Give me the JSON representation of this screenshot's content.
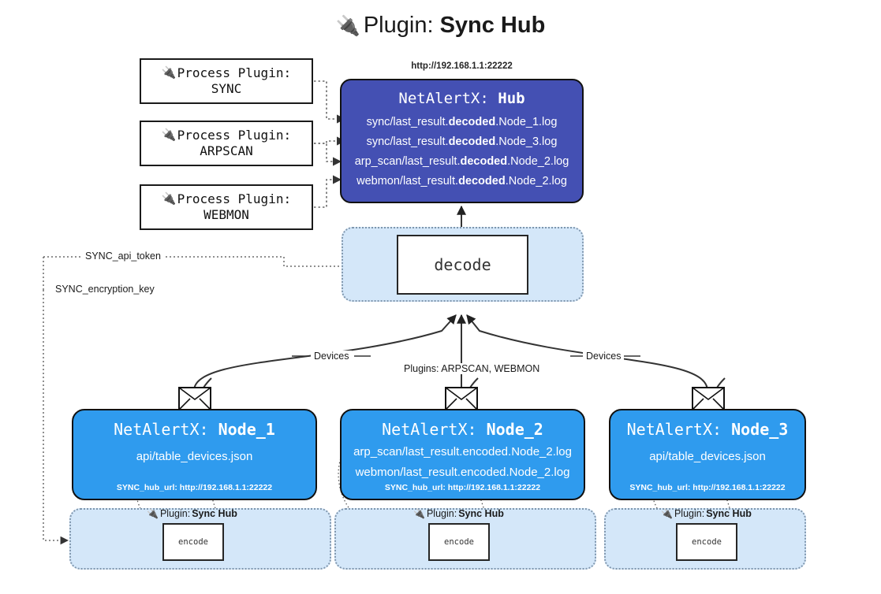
{
  "title": {
    "icon": "plug-icon",
    "lead": "Plugin:",
    "strong": "Sync Hub"
  },
  "process_plugins": [
    {
      "label": "Process Plugin:",
      "name": "SYNC",
      "icon": "plug-icon"
    },
    {
      "label": "Process Plugin:",
      "name": "ARPSCAN",
      "icon": "plug-icon"
    },
    {
      "label": "Process Plugin:",
      "name": "WEBMON",
      "icon": "plug-icon"
    }
  ],
  "hub": {
    "url": "http://192.168.1.1:22222",
    "title_prefix": "NetAlertX: ",
    "title_name": "Hub",
    "logs": [
      {
        "pre": "sync/last_result.",
        "mid": "decoded",
        "post": ".Node_1.log"
      },
      {
        "pre": "sync/last_result.",
        "mid": "decoded",
        "post": ".Node_3.log"
      },
      {
        "pre": "arp_scan/last_result.",
        "mid": "decoded",
        "post": ".Node_2.log"
      },
      {
        "pre": "webmon/last_result.",
        "mid": "decoded",
        "post": ".Node_2.log"
      }
    ]
  },
  "decode": {
    "label": "decode"
  },
  "secrets": [
    {
      "label": "SYNC_api_token"
    },
    {
      "label": "SYNC_encryption_key"
    }
  ],
  "edge_labels": {
    "devices_left": "Devices",
    "devices_right": "Devices",
    "plugins_mid": "Plugins: ARPSCAN, WEBMON"
  },
  "nodes": [
    {
      "title_prefix": "NetAlertX: ",
      "title_name": "Node_1",
      "lines": [
        "api/table_devices.json"
      ],
      "foot": "SYNC_hub_url: http://192.168.1.1:22222",
      "icon": "envelope-icon",
      "plugin_tag": {
        "icon": "plug-icon",
        "lead": "Plugin:",
        "strong": "Sync Hub"
      },
      "encode": "encode"
    },
    {
      "title_prefix": "NetAlertX: ",
      "title_name": "Node_2",
      "lines": [
        "arp_scan/last_result.encoded.Node_2.log",
        "webmon/last_result.encoded.Node_2.log"
      ],
      "foot": "SYNC_hub_url: http://192.168.1.1:22222",
      "icon": "envelope-icon",
      "plugin_tag": {
        "icon": "plug-icon",
        "lead": "Plugin:",
        "strong": "Sync Hub"
      },
      "encode": "encode"
    },
    {
      "title_prefix": "NetAlertX: ",
      "title_name": "Node_3",
      "lines": [
        "api/table_devices.json"
      ],
      "foot": "SYNC_hub_url: http://192.168.1.1:22222",
      "icon": "envelope-icon",
      "plugin_tag": {
        "icon": "plug-icon",
        "lead": "Plugin:",
        "strong": "Sync Hub"
      },
      "encode": "encode"
    }
  ],
  "colors": {
    "hub_fill": "#4450b3",
    "node_fill": "#2f9bee",
    "band_fill": "#d4e7f9",
    "band_border": "#7f96ad",
    "stroke": "#262626",
    "page_bg": "#ffffff"
  }
}
